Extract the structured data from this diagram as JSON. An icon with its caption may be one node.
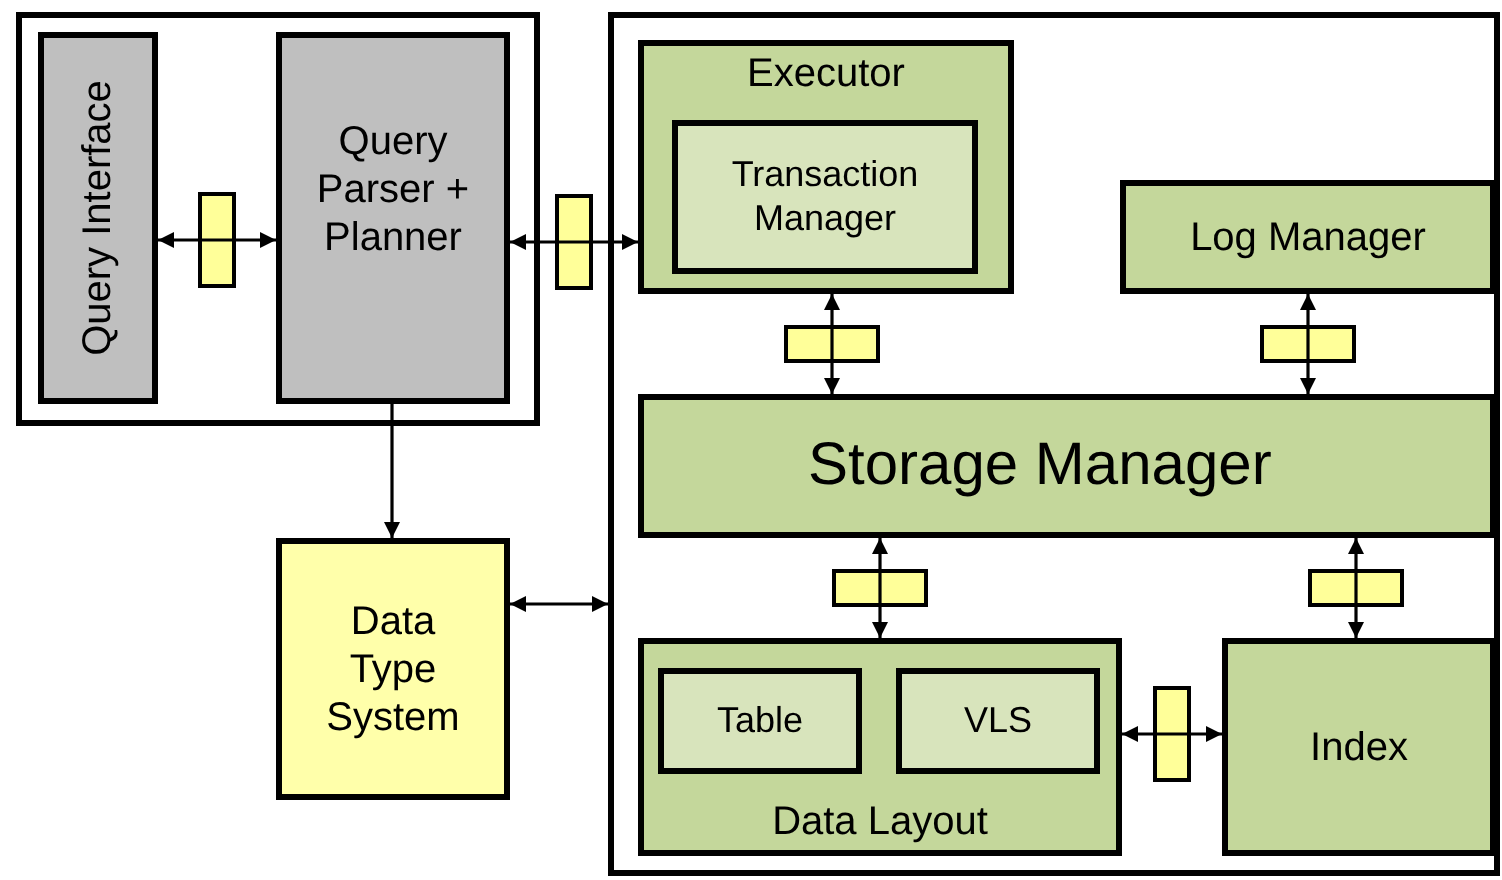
{
  "diagram": {
    "nodes": [
      {
        "text": [],
        "shape": "box"
      },
      {
        "text": [
          "Query Interface"
        ],
        "in": 0
      },
      {
        "text": [
          "Query Parser + Planner"
        ],
        "in": 0
      },
      {
        "text": [
          "Data Type System"
        ]
      },
      {
        "text": [],
        "shape": "box"
      },
      {
        "text": [
          "Executor"
        ],
        "in": 4
      },
      {
        "text": [
          "Transaction Manager"
        ],
        "in": 5
      },
      {
        "text": [
          "Log Manager"
        ],
        "in": 4
      },
      {
        "text": [
          "Storage Manager"
        ],
        "in": 4
      },
      {
        "text": [
          "Data Layout"
        ],
        "in": 4
      },
      {
        "text": [
          "Table"
        ],
        "in": 9
      },
      {
        "text": [
          "VLS"
        ],
        "in": 9
      },
      {
        "text": [
          "Index"
        ],
        "in": 4
      }
    ],
    "edges": [
      {
        "from": 1,
        "to": 2,
        "arrow": "both"
      },
      {
        "from": 2,
        "to": 5,
        "arrow": "both"
      },
      {
        "from": 2,
        "to": 3,
        "arrow": "to"
      },
      {
        "from": 3,
        "to": 4,
        "arrow": "both"
      },
      {
        "from": 5,
        "to": 8,
        "arrow": "both"
      },
      {
        "from": 7,
        "to": 8,
        "arrow": "both"
      },
      {
        "from": 8,
        "to": 9,
        "arrow": "both"
      },
      {
        "from": 8,
        "to": 12,
        "arrow": "both"
      },
      {
        "from": 9,
        "to": 12,
        "arrow": "both"
      }
    ]
  }
}
